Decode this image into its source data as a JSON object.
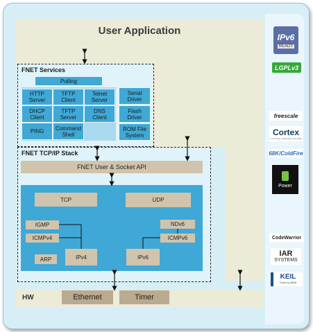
{
  "title": "User Application",
  "services": {
    "title": "FNET Services",
    "polling": "Polling",
    "cells": [
      "HTTP\nServer",
      "TFTP\nClient",
      "Telnet\nServer",
      "DHCP\nClient",
      "TFTP\nServer",
      "DNS\nClient",
      "PING",
      "Command\nShell"
    ],
    "drivers": [
      "Serial\nDriver",
      "Flash\nDriver",
      "ROM File\nSystem"
    ]
  },
  "stack": {
    "title": "FNET TCP/IP Stack",
    "api": "FNET User & Socket API",
    "tcp": "TCP",
    "udp": "UDP",
    "igmp": "IGMP",
    "icmpv4": "ICMPv4",
    "arp": "ARP",
    "ipv4": "IPv4",
    "ndv6": "NDv6",
    "icmpv6": "ICMPv6",
    "ipv6": "IPv6"
  },
  "hw": {
    "label": "HW",
    "ethernet": "Ethernet",
    "timer": "Timer"
  },
  "logos": {
    "ipv6_ready": "IPv6",
    "ipv6_ready_sub": "READY",
    "lgpl": "LGPLv3",
    "freescale": "freescale",
    "cortex": "Cortex",
    "cortex_sub": "Low Power Leadership from ARM",
    "coldfire": "68K/ColdFire",
    "power": "Power",
    "codewarrior": "CodeWarrior",
    "iar": "IAR",
    "iar_sub": "SYSTEMS",
    "keil": "KEIL",
    "keil_sub": "Tools by ARM"
  },
  "colors": {
    "module": "#3fa8d6",
    "api": "#d1c4ac",
    "hardware": "#b9aa90",
    "background": "#d7eef7"
  }
}
